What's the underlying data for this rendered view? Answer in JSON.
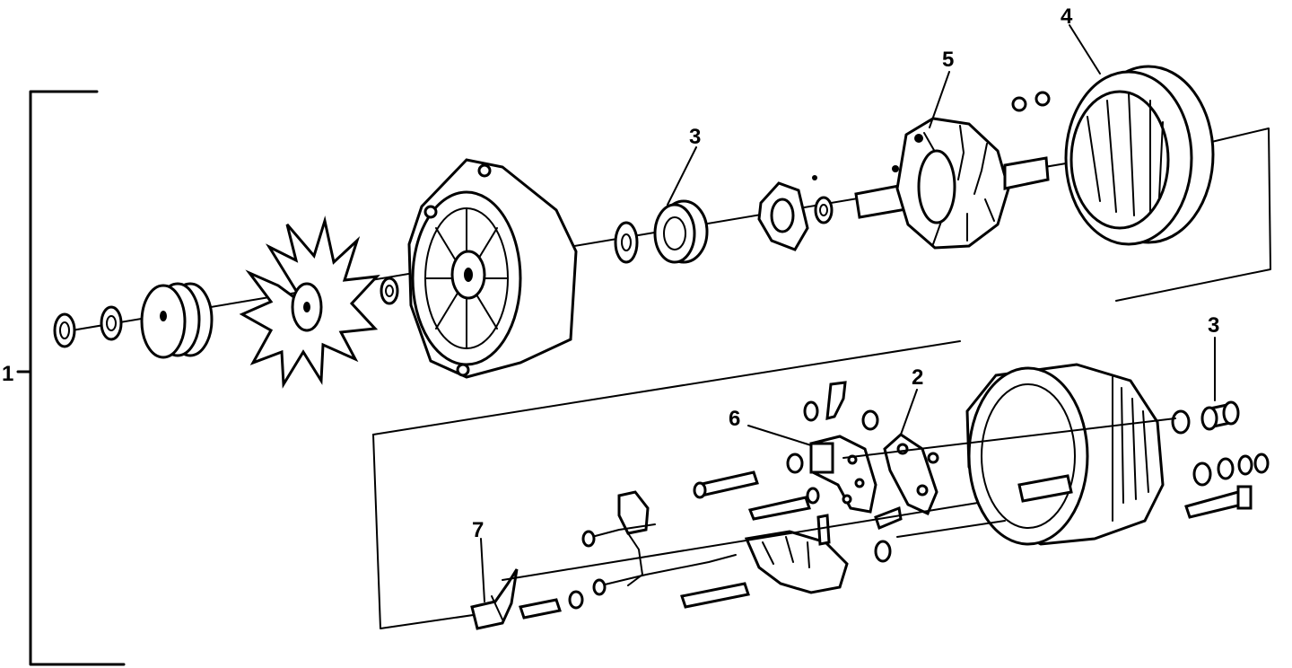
{
  "diagram": {
    "type": "exploded-parts-diagram",
    "callouts": {
      "c1": "1",
      "c2": "2",
      "c3a": "3",
      "c3b": "3",
      "c4": "4",
      "c5": "5",
      "c6": "6",
      "c7": "7"
    }
  }
}
